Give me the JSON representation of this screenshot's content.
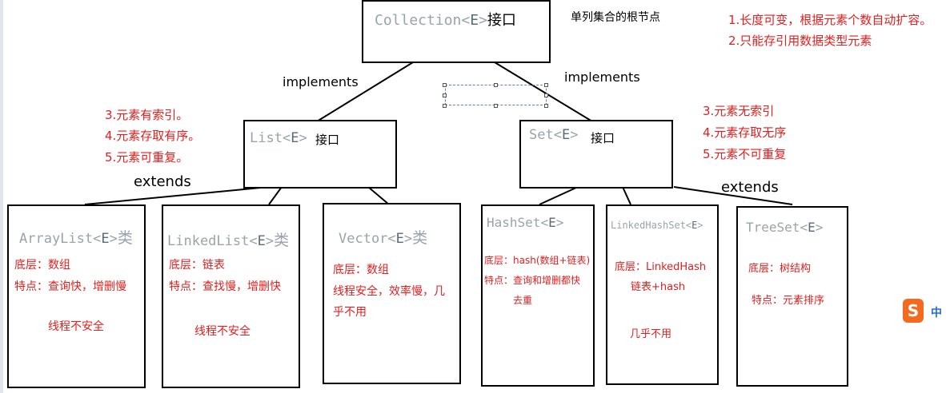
{
  "root": {
    "type_name": "Collection",
    "generic": "E",
    "suffix": "接口",
    "caption": "单列集合的根节点",
    "notes": [
      "1.长度可变，根据元素个数自动扩容。",
      "2.只能存引用数据类型元素"
    ]
  },
  "relations": {
    "implements": "implements",
    "extends": "extends"
  },
  "list": {
    "type_name": "List",
    "generic": "E",
    "suffix": "接口",
    "notes": [
      "3.元素有索引。",
      "4.元素存取有序。",
      "5.元素可重复。"
    ]
  },
  "set": {
    "type_name": "Set",
    "generic": "E",
    "suffix": "接口",
    "notes": [
      "3.元素无索引",
      "4.元素存取无序",
      "5.元素不可重复"
    ]
  },
  "classes": {
    "arraylist": {
      "type_name": "ArrayList",
      "generic": "E",
      "suffix": "类",
      "lines": [
        "底层：数组",
        "特点：查询快，增删慢",
        "线程不安全"
      ]
    },
    "linkedlist": {
      "type_name": "LinkedList",
      "generic": "E",
      "suffix": "类",
      "lines": [
        "底层：链表",
        "特点：查找慢，增删快",
        "线程不安全"
      ]
    },
    "vector": {
      "type_name": "Vector",
      "generic": "E",
      "suffix": "类",
      "lines": [
        "底层：数组",
        "线程安全，效率慢，几",
        "乎不用"
      ]
    },
    "hashset": {
      "type_name": "HashSet",
      "generic": "E",
      "suffix": "",
      "lines": [
        "底层：hash(数组+链表)",
        "特点：查询和增删都快",
        "去重"
      ]
    },
    "linkedhashset": {
      "type_name": "LinkedHashSet",
      "generic": "E",
      "suffix": "",
      "lines": [
        "底层：LinkedHash",
        "链表+hash",
        "几乎不用"
      ]
    },
    "treeset": {
      "type_name": "TreeSet",
      "generic": "E",
      "suffix": "",
      "lines": [
        "底层：树结构",
        "特点：元素排序"
      ]
    }
  },
  "ime": {
    "logo": "S",
    "mode": "中"
  }
}
